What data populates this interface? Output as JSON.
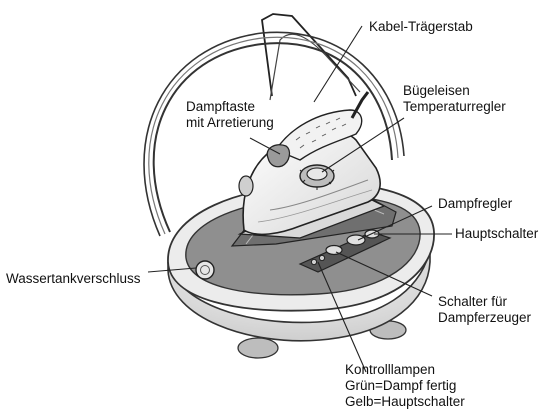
{
  "labels": {
    "cable_holder": "Kabel-Trägerstab",
    "steam_button_line1": "Dampftaste",
    "steam_button_line2": "mit Arretierung",
    "iron_temp_line1": "Bügeleisen",
    "iron_temp_line2": "Temperaturregler",
    "steam_regulator": "Dampfregler",
    "main_switch": "Hauptschalter",
    "water_tank_cap": "Wassertankverschluss",
    "generator_switch_line1": "Schalter für",
    "generator_switch_line2": "Dampferzeuger",
    "indicator_line1": "Kontrolllampen",
    "indicator_line2": "Grün=Dampf fertig",
    "indicator_line3": "Gelb=Hauptschalter"
  }
}
